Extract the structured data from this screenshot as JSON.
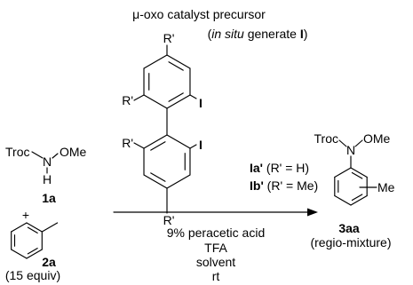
{
  "header": {
    "title": "μ-oxo catalyst precursor",
    "subtitle": {
      "open": "(",
      "italic": "in situ",
      "middle": " generate ",
      "bold": "I",
      "close": ")"
    }
  },
  "catalyst": {
    "r_top": "R'",
    "r_upper_left": "R'",
    "r_lower_left": "R'",
    "r_bottom": "R'",
    "iodo_upper": "I",
    "iodo_lower": "I",
    "variants": [
      {
        "label": "Ia'",
        "desc": " (R' = H)"
      },
      {
        "label": "Ib'",
        "desc": " (R' = Me)"
      }
    ]
  },
  "reactant_1a": {
    "troc": "Troc",
    "n": "N",
    "ome": "OMe",
    "h": "H",
    "label": "1a"
  },
  "plus": "+",
  "reactant_2a": {
    "label": "2a",
    "equiv": "(15 equiv)"
  },
  "product_3aa": {
    "troc": "Troc",
    "n": "N",
    "ome": "OMe",
    "me": "Me",
    "label": "3aa",
    "note": "(regio-mixture)"
  },
  "conditions": [
    "9% peracetic acid",
    "TFA",
    "solvent",
    "rt"
  ]
}
